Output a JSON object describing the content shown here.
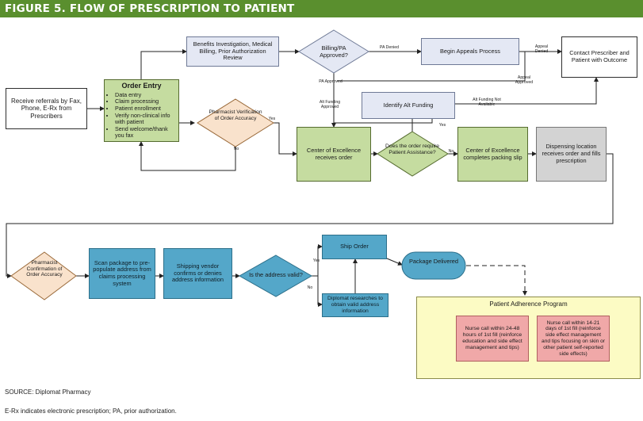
{
  "figure_title": "FIGURE 5. FLOW OF PRESCRIPTION TO PATIENT",
  "nodes": {
    "receive_referrals": "Receive referrals by Fax, Phone, E-Rx from Prescribers",
    "order_entry_title": "Order Entry",
    "order_entry_items": [
      "Data entry",
      "Claim processing",
      "Patient enrollment",
      "Verify non-clinical info with patient",
      "Send welcome/thank you fax"
    ],
    "benefits_investigation": "Benefits Investigation, Medical Billing, Prior Authorization Review",
    "billing_pa": "Billing/PA Approved?",
    "begin_appeals": "Begin Appeals Process",
    "contact_prescriber": "Contact Prescriber and Patient with Outcome",
    "identify_alt_funding": "Identify Alt Funding",
    "pharmacist_verification": "Pharmacist Verification of Order Accuracy",
    "coe_receives": "Center of Excellence receives order",
    "requires_assistance": "Does the order require Patient Assistance?",
    "coe_packing": "Center of Excellence completes packing slip",
    "dispensing": "Dispensing location receives order and fills prescription",
    "pharmacist_confirmation": "Pharmacist Confirmation of Order Accuracy",
    "scan_package": "Scan package to pre-populate address from claims processing system",
    "shipping_vendor": "Shipping vendor confirms or denies address information",
    "address_valid": "Is the address valid?",
    "ship_order": "Ship Order",
    "diplomat_researches": "Diplomat researches to obtain valid address information",
    "package_delivered": "Package Delivered",
    "adherence_title": "Patient Adherence Program",
    "nurse_call_1": "Nurse call within 24-48 hours of 1st fill (reinforce education and side effect management and tips)",
    "nurse_call_2": "Nurse call within 14-21 days of 1st fill (reinforce side effect management and tips focusing on skin or other patient self-reported side effects)"
  },
  "edge_labels": {
    "pa_denied": "PA Denied",
    "appeal_denied": "Appeal Denied",
    "appeal_approved": "Appeal Approved",
    "pa_approved": "PA Approved",
    "alt_funding_approved": "Alt Funding Approved",
    "alt_funding_not_available": "Alt Funding Not Available",
    "yes_verification": "Yes",
    "no_verification": "No",
    "yes_assistance": "Yes",
    "no_assistance": "No",
    "yes_address": "Yes",
    "no_address": "No"
  },
  "footer": {
    "source": "SOURCE: Diplomat Pharmacy",
    "note": "E-Rx indicates electronic prescription; PA, prior authorization."
  }
}
